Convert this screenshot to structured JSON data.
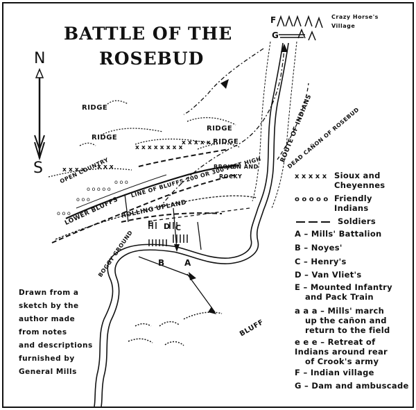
{
  "title": {
    "line1": "BATTLE OF THE",
    "line2": "ROSEBUD"
  },
  "compass": {
    "north": "N",
    "south": "S"
  },
  "labels": {
    "crazy_horse_village": "Crazy Horse's Village",
    "ridge": "RIDGE",
    "open_country": "OPEN COUNTRY",
    "lower_bluffs": "LOWER BLUFFS",
    "line_of_bluffs": "LINE OF BLUFFS 200 OR 300 FEET HIGH",
    "broken_and": "BROKEN AND",
    "rocky": "ROCKY",
    "rolling_upland": "ROLLING UPLAND",
    "boggy_ground": "BOGGY GROUND",
    "bluff": "BLUFF",
    "route_of_indians": "ROUTE OF INDIANS",
    "dead_canon": "DEAD CAÑON OF ROSEBUD",
    "marker_a": "A",
    "marker_b": "B",
    "marker_c": "C",
    "marker_d": "D",
    "marker_e": "E",
    "marker_f": "F",
    "marker_g": "G"
  },
  "legend": [
    {
      "symbol": "xxxxx",
      "line1": "Sioux and",
      "line2": "Cheyennes"
    },
    {
      "symbol": "ooooo",
      "line1": "Friendly",
      "line2": "Indians"
    },
    {
      "symbol": "— — —",
      "line1": "Soldiers",
      "line2": ""
    },
    {
      "symbol": "",
      "line1": "A – Mills' Battalion",
      "line2": ""
    },
    {
      "symbol": "",
      "line1": "B – Noyes'",
      "line2": ""
    },
    {
      "symbol": "",
      "line1": "C – Henry's",
      "line2": ""
    },
    {
      "symbol": "",
      "line1": "D – Van Vliet's",
      "line2": ""
    },
    {
      "symbol": "",
      "line1": "E – Mounted Infantry",
      "line2": "and Pack Train"
    },
    {
      "symbol": "a a a –",
      "line1": "Mills' march",
      "line2": "up the cañon and",
      "line3": "return to the field"
    },
    {
      "symbol": "e e e –",
      "line1": "Retreat of",
      "line2": "Indians around rear",
      "line3": "of Crook's army"
    },
    {
      "symbol": "",
      "line1": "F – Indian village",
      "line2": ""
    },
    {
      "symbol": "",
      "line1": "G – Dam and ambuscade",
      "line2": ""
    }
  ],
  "note": [
    "Drawn from a",
    "sketch by the",
    "author made",
    "from notes",
    "and descriptions",
    "furnished by",
    "General Mills"
  ]
}
